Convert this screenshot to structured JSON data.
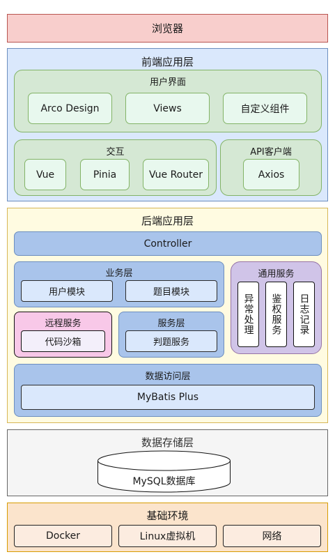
{
  "browser": "浏览器",
  "frontend": {
    "title": "前端应用层",
    "ui": {
      "title": "用户界面",
      "items": [
        "Arco Design",
        "Views",
        "自定义组件"
      ]
    },
    "interaction": {
      "title": "交互",
      "items": [
        "Vue",
        "Pinia",
        "Vue Router"
      ]
    },
    "api_client": {
      "title": "API客户端",
      "items": [
        "Axios"
      ]
    }
  },
  "backend": {
    "title": "后端应用层",
    "controller": "Controller",
    "business": {
      "title": "业务层",
      "items": [
        "用户模块",
        "题目模块"
      ]
    },
    "common": {
      "title": "通用服务",
      "items": [
        "异常处理",
        "鉴权服务",
        "日志记录"
      ]
    },
    "remote": {
      "title": "远程服务",
      "items": [
        "代码沙箱"
      ]
    },
    "service": {
      "title": "服务层",
      "items": [
        "判题服务"
      ]
    },
    "data_access": {
      "title": "数据访问层",
      "items": [
        "MyBatis Plus"
      ]
    }
  },
  "storage": {
    "title": "数据存储层",
    "db": "MySQL数据库"
  },
  "infra": {
    "title": "基础环境",
    "items": [
      "Docker",
      "Linux虚拟机",
      "网络"
    ]
  },
  "colors": {
    "browser": "#f8cecc",
    "layer_blue": "#dae8fc",
    "group_green": "#d5e8d4",
    "layer_yellow": "#fffbe1",
    "group_purple": "#d0c4e8",
    "group_pink": "#f8c8e8",
    "layer_gray": "#f5f5f5",
    "layer_peach": "#fbe4cc"
  }
}
